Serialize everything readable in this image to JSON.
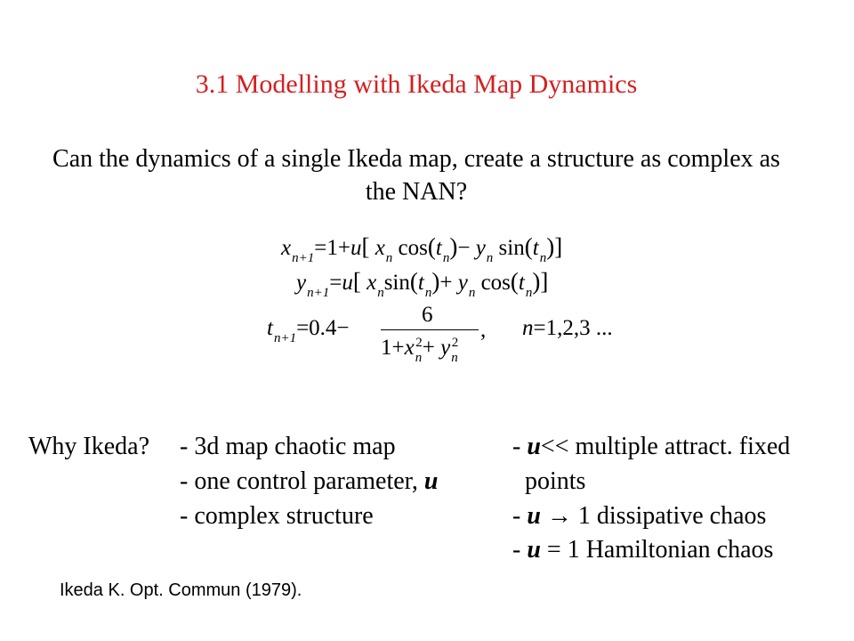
{
  "title": "3.1 Modelling with Ikeda Map Dynamics",
  "question": "Can the dynamics of a single Ikeda map, create a structure as complex as the NAN?",
  "equations": {
    "eq1": {
      "lhs": "x",
      "lhs_sub": "n+1",
      "text": "=1+u[ x cos (t ) − y sin (t )]"
    },
    "eq2": {
      "lhs": "y",
      "lhs_sub": "n+1",
      "text": "=u[ x sin (t )+ y cos (t )]"
    },
    "eq3": {
      "lhs": "t",
      "lhs_sub": "n+1",
      "prefix": "=0.4−",
      "numerator": "6",
      "denominator": "1+x² + y²",
      "comma": ",",
      "condition": "n=1,2,3 ..."
    }
  },
  "why": {
    "label": "Why Ikeda?",
    "left": [
      "- 3d map chaotic map",
      "- one control parameter, u",
      "- complex structure"
    ],
    "right": [
      "- u<< multiple attract. fixed",
      "points",
      "- u → 1 dissipative chaos",
      "- u = 1 Hamiltonian chaos"
    ]
  },
  "citation": "Ikeda K. Opt. Commun (1979).",
  "colors": {
    "title": "#d42020",
    "text": "#000000"
  }
}
